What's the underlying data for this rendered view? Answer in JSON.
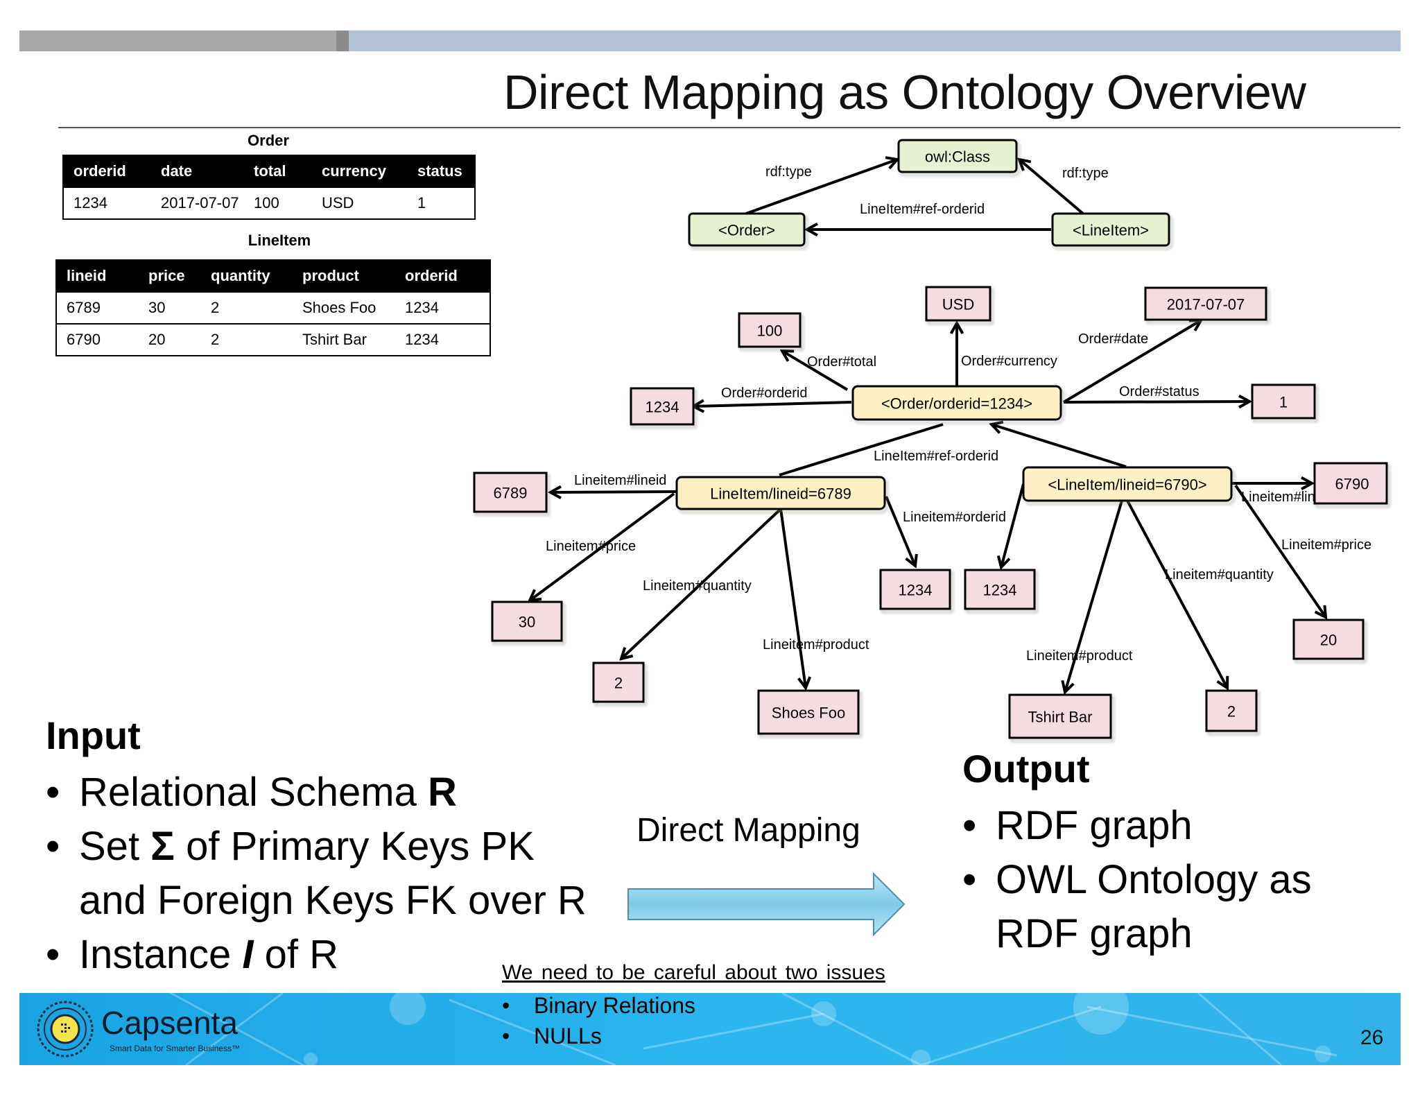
{
  "slide": {
    "title": "Direct Mapping as Ontology Overview",
    "page_number": "26"
  },
  "tables": {
    "order": {
      "caption": "Order",
      "headers": [
        "orderid",
        "date",
        "total",
        "currency",
        "status"
      ],
      "rows": [
        [
          "1234",
          "2017-07-07",
          "100",
          "USD",
          "1"
        ]
      ]
    },
    "lineitem": {
      "caption": "LineItem",
      "headers": [
        "lineid",
        "price",
        "quantity",
        "product",
        "orderid"
      ],
      "rows": [
        [
          "6789",
          "30",
          "2",
          "Shoes Foo",
          "1234"
        ],
        [
          "6790",
          "20",
          "2",
          "Tshirt Bar",
          "1234"
        ]
      ]
    }
  },
  "graph": {
    "nodes": {
      "owl_class": "owl:Class",
      "order_class": "<Order>",
      "lineitem_class": "<LineItem>",
      "usd": "USD",
      "date": "2017-07-07",
      "total": "100",
      "orderid_val": "1234",
      "order_inst": "<Order/orderid=1234>",
      "status": "1",
      "li6789_id": "6789",
      "li6789": "LineItem/lineid=6789",
      "li6790": "<LineItem/lineid=6790>",
      "li6790_id": "6790",
      "li6789_orderid": "1234",
      "li6790_orderid": "1234",
      "price30": "30",
      "qty6789": "2",
      "shoes": "Shoes Foo",
      "tshirt": "Tshirt Bar",
      "qty6790": "2",
      "price20": "20"
    },
    "edges": {
      "rdftype_left": "rdf:type",
      "rdftype_right": "rdf:type",
      "ref_orderid_top": "LineItem#ref-orderid",
      "order_total": "Order#total",
      "order_currency": "Order#currency",
      "order_date": "Order#date",
      "order_orderid": "Order#orderid",
      "order_status": "Order#status",
      "ref_orderid_mid": "LineItem#ref-orderid",
      "li_lineid_left": "Lineitem#lineid",
      "li_orderid": "Lineitem#orderid",
      "li_lineid_right": "Lineitem#lineid",
      "li_price_left": "Lineitem#price",
      "li_quantity_left": "Lineitem#quantity",
      "li_product_left": "Lineitem#product",
      "li_price_right": "Lineitem#price",
      "li_quantity_right": "Lineitem#quantity",
      "li_product_right": "Lineitem#product"
    },
    "colors": {
      "class_fill": "#e6f1cf",
      "instance_fill": "#fdf0c4",
      "literal_fill": "#f4dde0"
    }
  },
  "input": {
    "heading": "Input",
    "items": [
      {
        "text": "Relational Schema ",
        "bold": "R"
      },
      {
        "pre": "Set ",
        "bold": "Σ",
        "text": " of Primary Keys PK",
        "cont": "and Foreign Keys FK over R"
      },
      {
        "text": "Instance ",
        "italic": "I",
        "post": " of R"
      }
    ]
  },
  "middle": {
    "label": "Direct Mapping",
    "arrow_color": "#7ecbe8"
  },
  "output": {
    "heading": "Output",
    "items": [
      "RDF graph",
      "OWL Ontology as",
      "RDF graph"
    ]
  },
  "note": {
    "text": "We need to be careful about two issues",
    "issues": [
      "Binary Relations",
      "NULLs"
    ]
  },
  "footer": {
    "brand": "Capsenta",
    "tagline": "Smart Data for Smarter Business™"
  }
}
